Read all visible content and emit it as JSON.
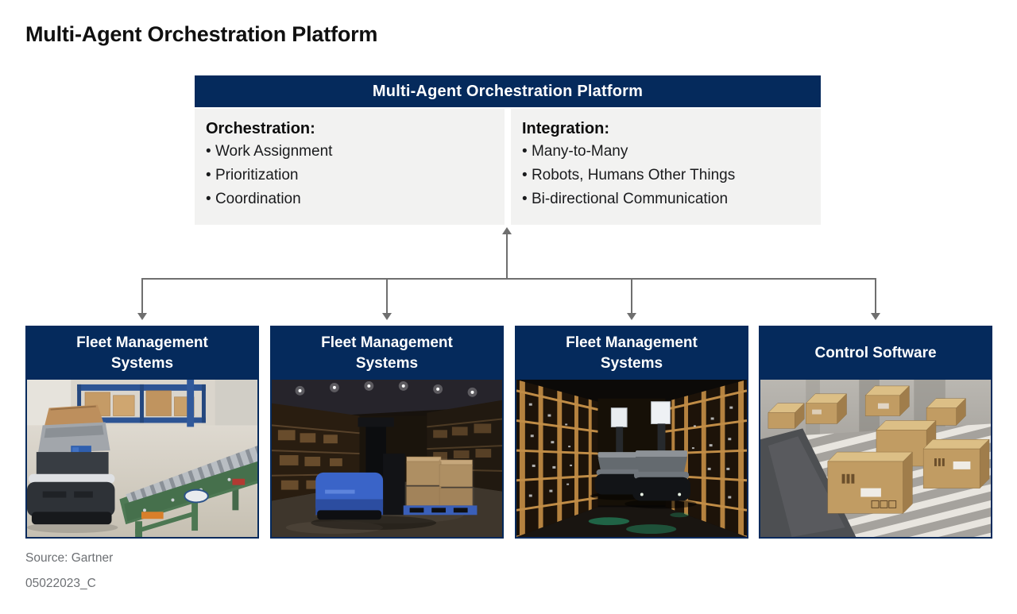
{
  "page": {
    "title": "Multi-Agent Orchestration Platform"
  },
  "platform_box": {
    "title": "Multi-Agent Orchestration Platform",
    "panels": [
      {
        "heading": "Orchestration:",
        "bullets": [
          "Work Assignment",
          "Prioritization",
          "Coordination"
        ]
      },
      {
        "heading": "Integration:",
        "bullets": [
          "Many-to-Many",
          "Robots, Humans Other Things",
          "Bi-directional Communication"
        ]
      }
    ]
  },
  "nodes": [
    {
      "label": "Fleet Management Systems",
      "photo": "amr-robot-and-roller-conveyor"
    },
    {
      "label": "Fleet Management Systems",
      "photo": "automated-pallet-truck-warehouse"
    },
    {
      "label": "Fleet Management Systems",
      "photo": "shelf-picking-robots-aisle"
    },
    {
      "label": "Control Software",
      "photo": "parcel-boxes-on-conveyor"
    }
  ],
  "footer": {
    "source": "Source: Gartner",
    "document_id": "05022023_C"
  },
  "colors": {
    "navy": "#052a5c",
    "panel_gray": "#f2f2f1",
    "arrow_gray": "#6f6f6f",
    "title_text": "#101010",
    "footer_text": "#6d7074"
  }
}
